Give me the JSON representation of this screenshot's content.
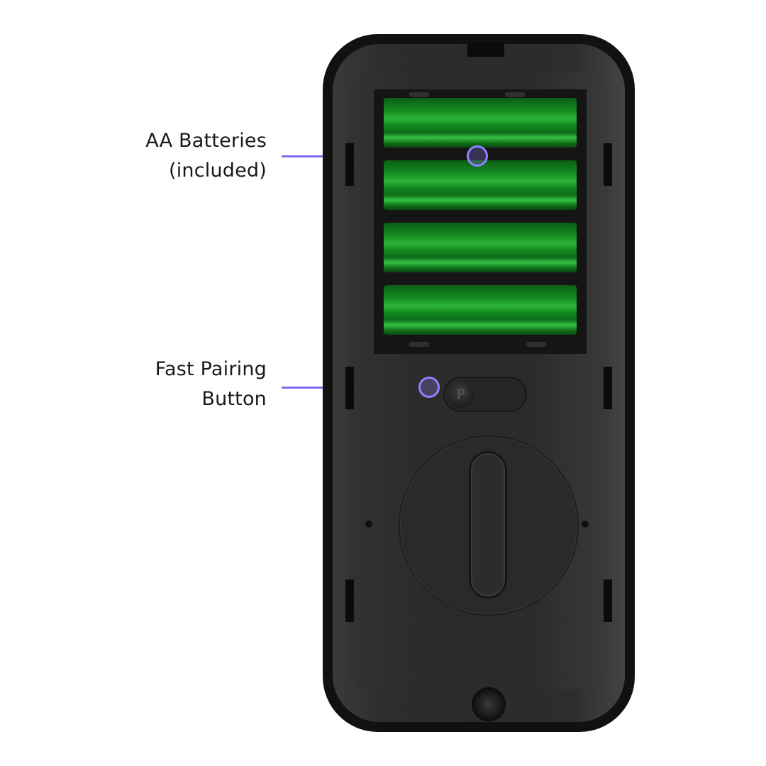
{
  "callouts": [
    {
      "id": "batteries",
      "lines": [
        "AA Batteries",
        "(included)"
      ]
    },
    {
      "id": "pairing",
      "lines": [
        "Fast Pairing",
        "Button"
      ]
    }
  ],
  "device": {
    "battery_count": 4,
    "pair_button_glyph": "P"
  },
  "colors": {
    "callout_accent": "#7b6cf0",
    "battery_green": "#138a20",
    "device_body": "#2b2b2b"
  }
}
